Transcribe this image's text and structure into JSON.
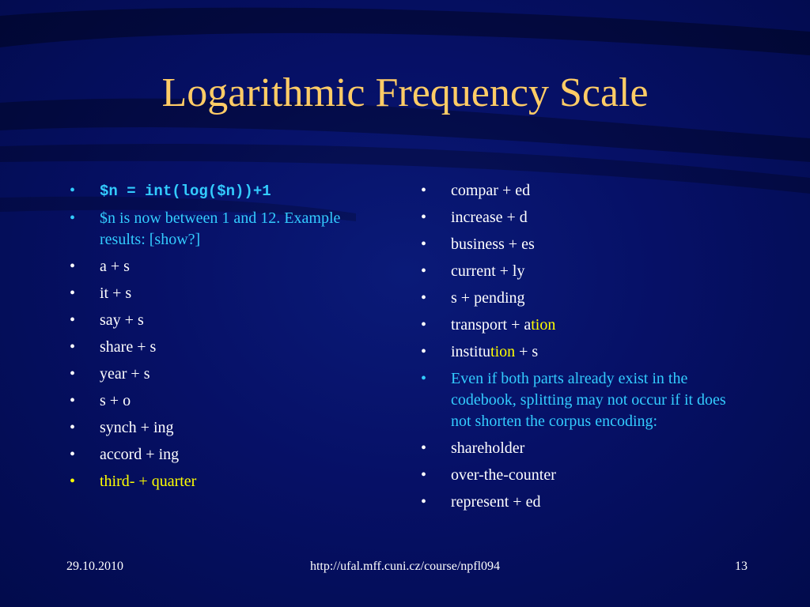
{
  "slide": {
    "title": "Logarithmic Frequency Scale",
    "colors": {
      "background": "#061066",
      "title": "#ffcc66",
      "text": "#ffffff",
      "accent_cyan": "#33ccff",
      "accent_yellow": "#ffff00"
    },
    "left_bullets": [
      "$n = int(log($n))+1",
      "$n is now between 1 and 12. Example results: [show?]",
      "a + s",
      "it + s",
      "say + s",
      "share + s",
      "year + s",
      "s + o",
      "synch + ing",
      "accord + ing",
      "third- + quarter"
    ],
    "right_bullets": [
      "compar + ed",
      "increase + d",
      "business + es",
      "current + ly",
      "s + pending",
      {
        "before": "transport + a",
        "highlight": "tion",
        "after": ""
      },
      {
        "before": "institu",
        "highlight": "tion",
        "after": " + s"
      },
      "Even if both parts already exist in the codebook, splitting may not occur if it does not shorten the corpus encoding:",
      "shareholder",
      "over-the-counter",
      "represent + ed"
    ],
    "bullet_glyph": "•"
  },
  "footer": {
    "date": "29.10.2010",
    "url": "http://ufal.mff.cuni.cz/course/npfl094",
    "page": "13"
  }
}
